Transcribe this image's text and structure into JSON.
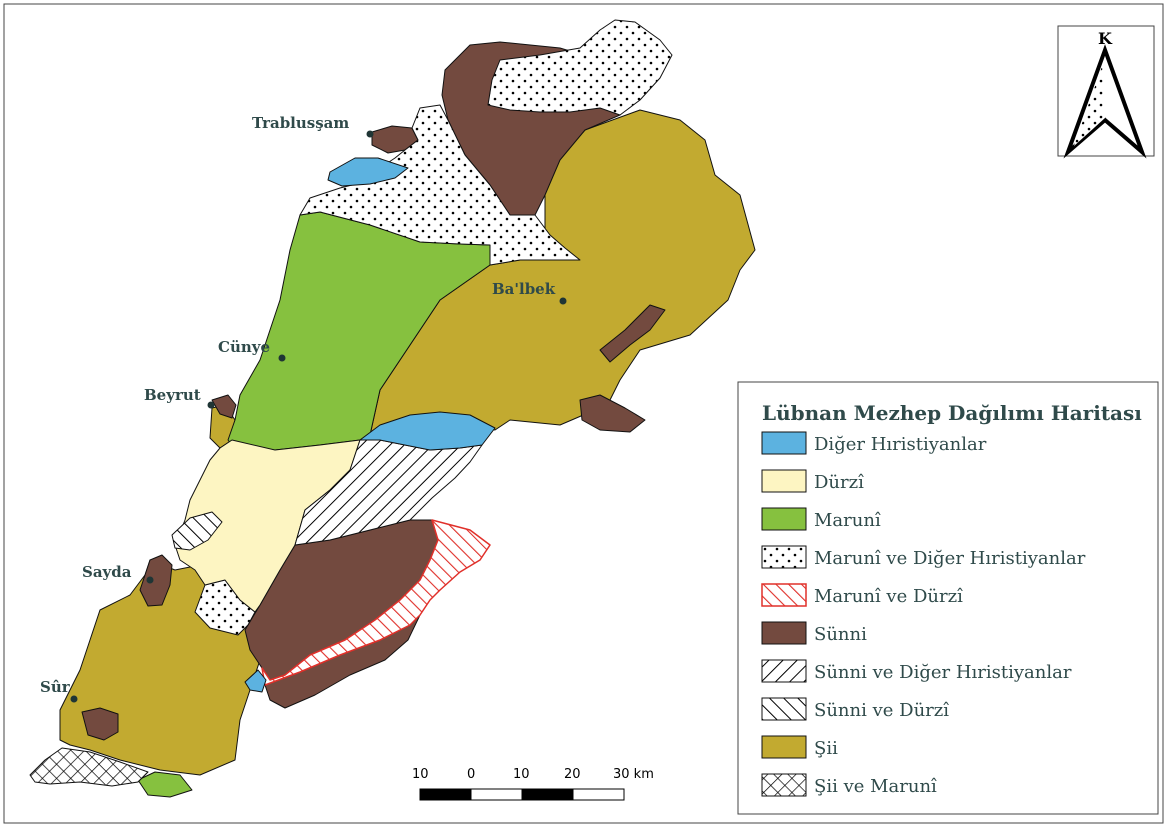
{
  "legend": {
    "title": "Lübnan Mezhep Dağılımı Haritası",
    "items": [
      {
        "label": "Diğer Hıristiyanlar",
        "pattern": "solid",
        "color": "#5cb2e0"
      },
      {
        "label": "Dürzî",
        "pattern": "solid",
        "color": "#fdf5c2"
      },
      {
        "label": "Marunî",
        "pattern": "solid",
        "color": "#86c13f"
      },
      {
        "label": "Marunî ve Diğer Hıristiyanlar",
        "pattern": "dots",
        "color": "#000000"
      },
      {
        "label": "Marunî ve Dürzî",
        "pattern": "hatch-red",
        "color": "#e0302a"
      },
      {
        "label": "Sünni",
        "pattern": "solid",
        "color": "#734a3f"
      },
      {
        "label": "Sünni ve Diğer Hıristiyanlar",
        "pattern": "hatch-right",
        "color": "#000000"
      },
      {
        "label": "Sünni ve Dürzî",
        "pattern": "hatch-left",
        "color": "#000000"
      },
      {
        "label": "Şii",
        "pattern": "solid",
        "color": "#c2aa30"
      },
      {
        "label": "Şii ve Marunî",
        "pattern": "cross",
        "color": "#000000"
      }
    ]
  },
  "cities": {
    "trablussam": "Trablusşam",
    "balbek": "Ba'lbek",
    "cunye": "Cünye",
    "beyrut": "Beyrut",
    "sayda": "Sayda",
    "sur": "Sûr"
  },
  "north_arrow": {
    "letter": "K"
  },
  "scale_bar": {
    "ticks": [
      "10",
      "0",
      "10",
      "20",
      "30 km"
    ]
  }
}
